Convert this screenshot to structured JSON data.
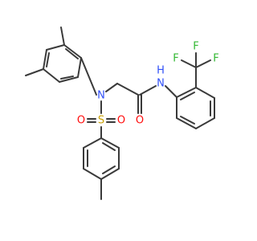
{
  "atoms": {
    "N_sulfonamide": {
      "label": "N",
      "color": "#3050f8"
    },
    "N_amide": {
      "label": "N",
      "color": "#3050f8"
    },
    "H_amide": {
      "label": "H",
      "color": "#3050f8"
    },
    "S": {
      "label": "S",
      "color": "#c8a000"
    },
    "O_sulfonyl_left": {
      "label": "O",
      "color": "#ff0d0d"
    },
    "O_sulfonyl_right": {
      "label": "O",
      "color": "#ff0d0d"
    },
    "O_carbonyl": {
      "label": "O",
      "color": "#ff0d0d"
    },
    "F_left": {
      "label": "F",
      "color": "#33b833"
    },
    "F_top": {
      "label": "F",
      "color": "#33b833"
    },
    "F_right": {
      "label": "F",
      "color": "#33b833"
    }
  },
  "bond_color": "#3a3a3a"
}
